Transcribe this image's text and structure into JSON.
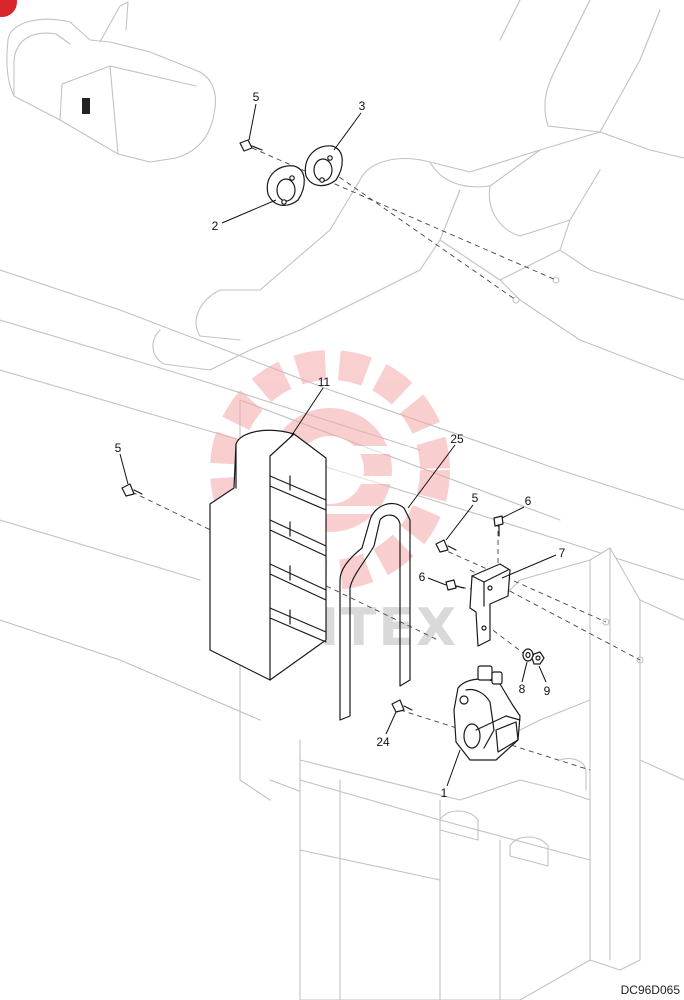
{
  "document": {
    "code": "DC96D065",
    "watermark_text": "ИНТЕХ"
  },
  "callouts": [
    {
      "id": "c5a",
      "label": "5"
    },
    {
      "id": "c3",
      "label": "3"
    },
    {
      "id": "c2",
      "label": "2"
    },
    {
      "id": "c11",
      "label": "11"
    },
    {
      "id": "c25",
      "label": "25"
    },
    {
      "id": "c5b",
      "label": "5"
    },
    {
      "id": "c5c",
      "label": "5"
    },
    {
      "id": "c6a",
      "label": "6"
    },
    {
      "id": "c7",
      "label": "7"
    },
    {
      "id": "c6b",
      "label": "6"
    },
    {
      "id": "c8",
      "label": "8"
    },
    {
      "id": "c9",
      "label": "9"
    },
    {
      "id": "c24",
      "label": "24"
    },
    {
      "id": "c1",
      "label": "1"
    }
  ],
  "colors": {
    "watermark": "#f4a7a7",
    "logo_badge": "#d9262b",
    "ghost_lines": "#c2c2c2",
    "part_lines": "#1a1a1a"
  }
}
